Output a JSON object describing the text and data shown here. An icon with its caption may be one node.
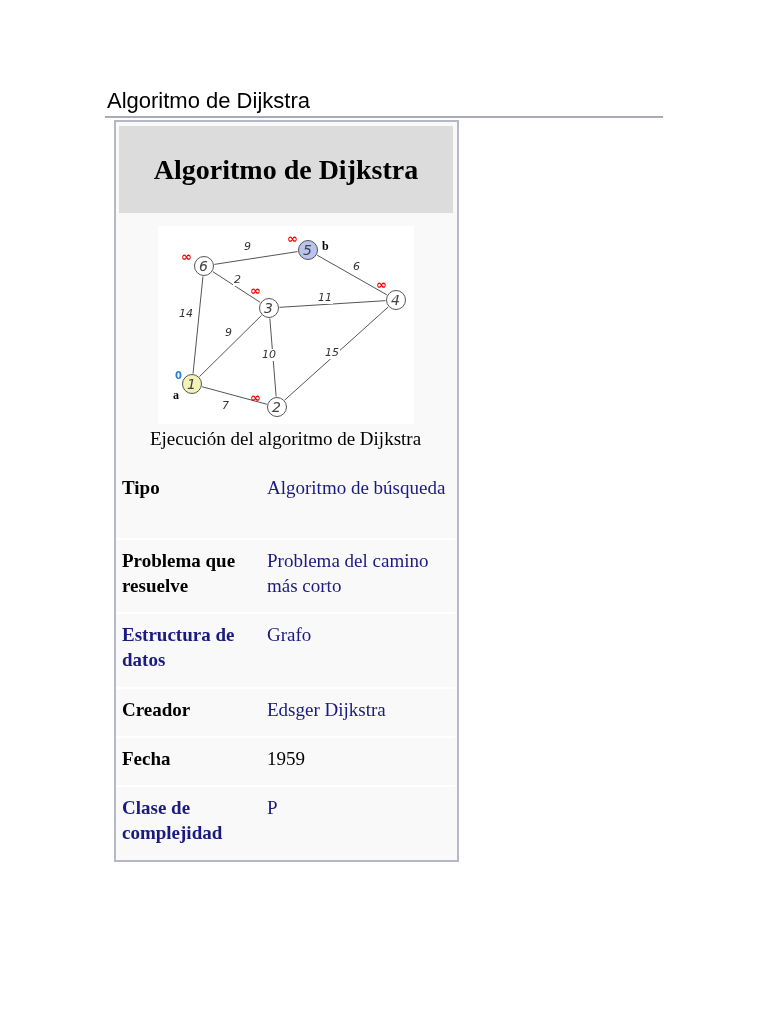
{
  "diagram": {
    "title": "Algoritmo de Dijkstra",
    "nodes": [
      {
        "text": [
          "1"
        ],
        "beside": [
          "0",
          "a"
        ]
      },
      {
        "text": [
          "2"
        ],
        "beside": [
          "∞"
        ]
      },
      {
        "text": [
          "3"
        ],
        "beside": [
          "∞"
        ]
      },
      {
        "text": [
          "4"
        ],
        "beside": [
          "∞"
        ]
      },
      {
        "text": [
          "5"
        ],
        "beside": [
          "∞",
          "b"
        ]
      },
      {
        "text": [
          "6"
        ],
        "beside": [
          "∞"
        ]
      }
    ],
    "edges": [
      {
        "from": 5,
        "to": 4,
        "arrow": "none",
        "label": "9"
      },
      {
        "from": 5,
        "to": 2,
        "arrow": "none",
        "label": "2"
      },
      {
        "from": 5,
        "to": 0,
        "arrow": "none",
        "label": "14"
      },
      {
        "from": 4,
        "to": 3,
        "arrow": "none",
        "label": "6"
      },
      {
        "from": 2,
        "to": 3,
        "arrow": "none",
        "label": "11"
      },
      {
        "from": 0,
        "to": 2,
        "arrow": "none",
        "label": "9"
      },
      {
        "from": 2,
        "to": 1,
        "arrow": "none",
        "label": "10"
      },
      {
        "from": 1,
        "to": 3,
        "arrow": "none",
        "label": "15"
      },
      {
        "from": 0,
        "to": 1,
        "arrow": "none",
        "label": "7"
      }
    ],
    "labels": [
      "Algoritmo de Dijkstra",
      "Ejecución del algoritmo de Dijkstra",
      "Tipo",
      "Algoritmo de búsqueda",
      "Problema que resuelve",
      "Problema del camino más corto",
      "Estructura de datos",
      "Grafo",
      "Creador",
      "Edsger Dijkstra",
      "Fecha",
      "1959",
      "Clase de complejidad",
      "P"
    ]
  }
}
